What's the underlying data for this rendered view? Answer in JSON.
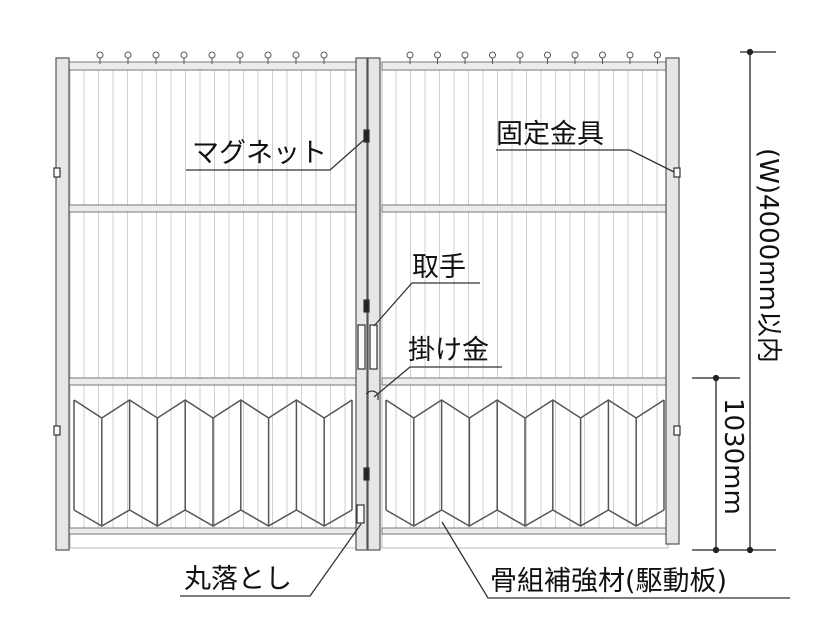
{
  "labels": {
    "magnet": "マグネット",
    "fixing_bracket": "固定金具",
    "handle": "取手",
    "latch": "掛け金",
    "drop_bolt": "丸落とし",
    "frame_reinforcement": "骨組補強材(駆動板)"
  },
  "dimensions": {
    "total_width": "(W)4000mm以内",
    "lower_height": "1030mm"
  },
  "colors": {
    "line": "#555555",
    "frame_fill": "#e6e6e6",
    "panel_fill": "#ffffff",
    "slat_line": "#c8c8c8",
    "text": "#111111"
  }
}
